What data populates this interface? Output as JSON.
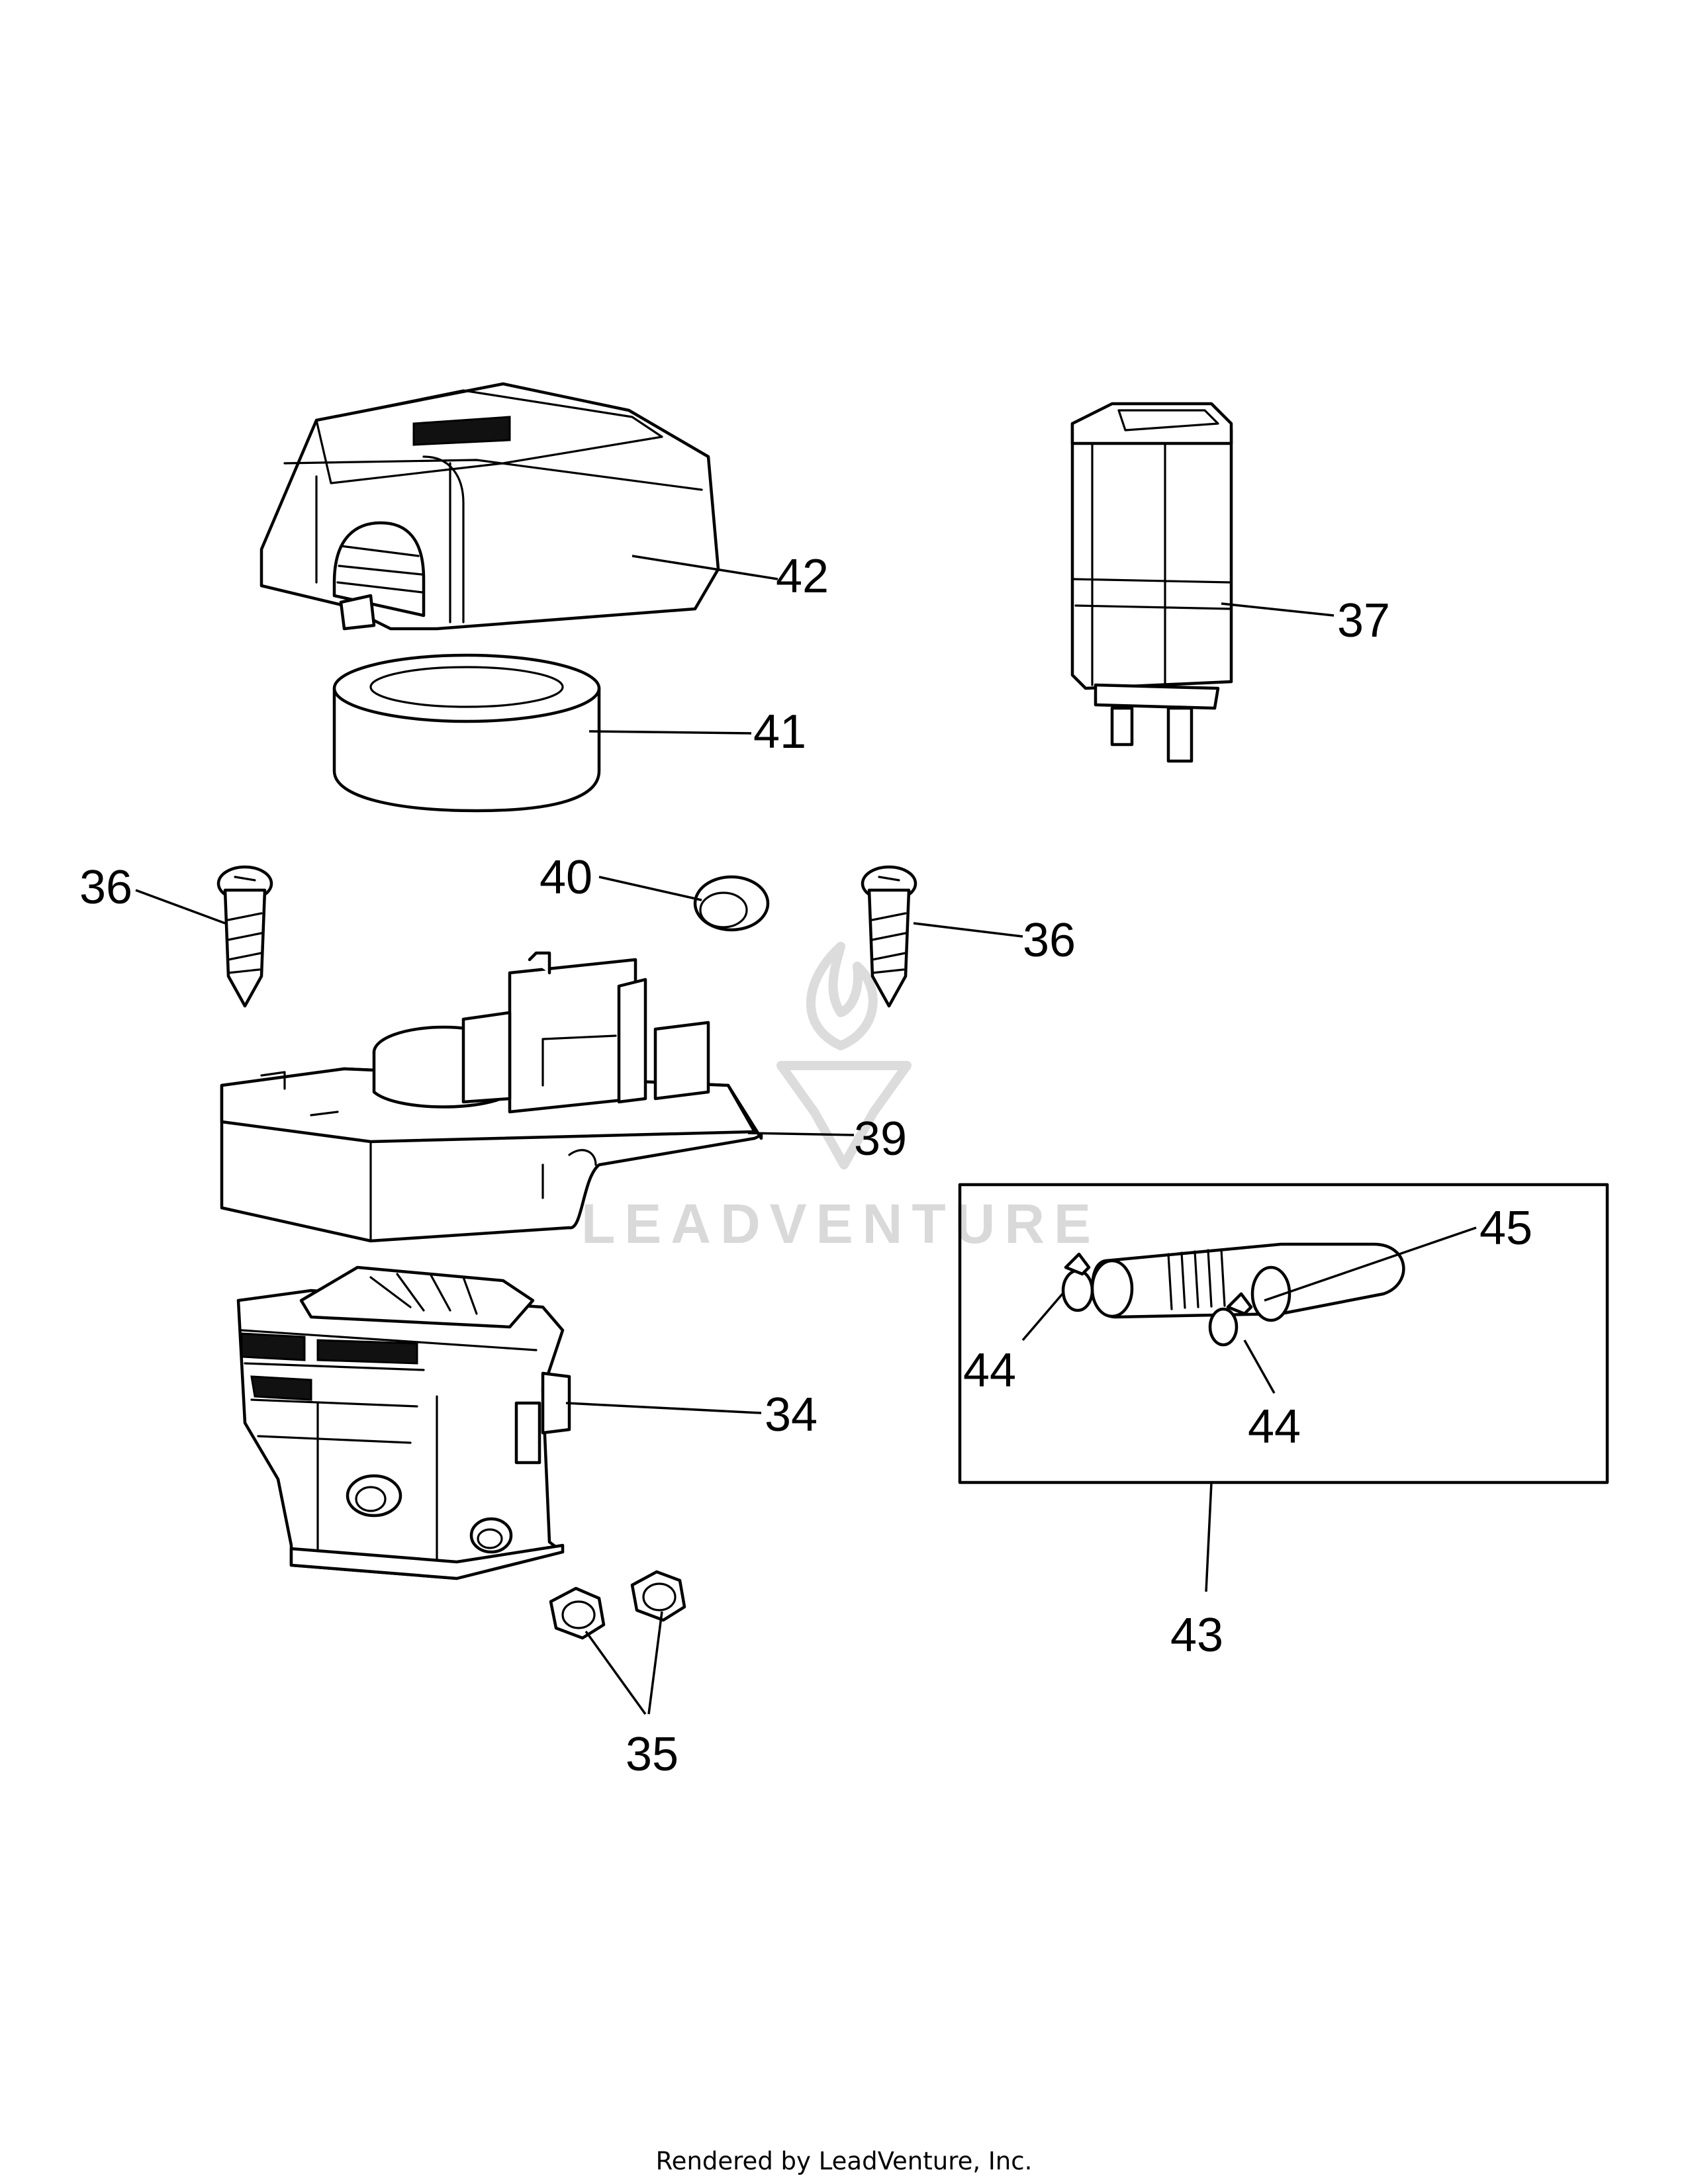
{
  "callouts": {
    "c34": "34",
    "c35": "35",
    "c36a": "36",
    "c36b": "36",
    "c37": "37",
    "c39": "39",
    "c40": "40",
    "c41": "41",
    "c42": "42",
    "c43": "43",
    "c44a": "44",
    "c44b": "44",
    "c45": "45"
  },
  "watermark": {
    "text": "LEADVENTURE",
    "icon": "leadventure-flame-logo"
  },
  "footer": {
    "text": "Rendered by LeadVenture, Inc."
  }
}
